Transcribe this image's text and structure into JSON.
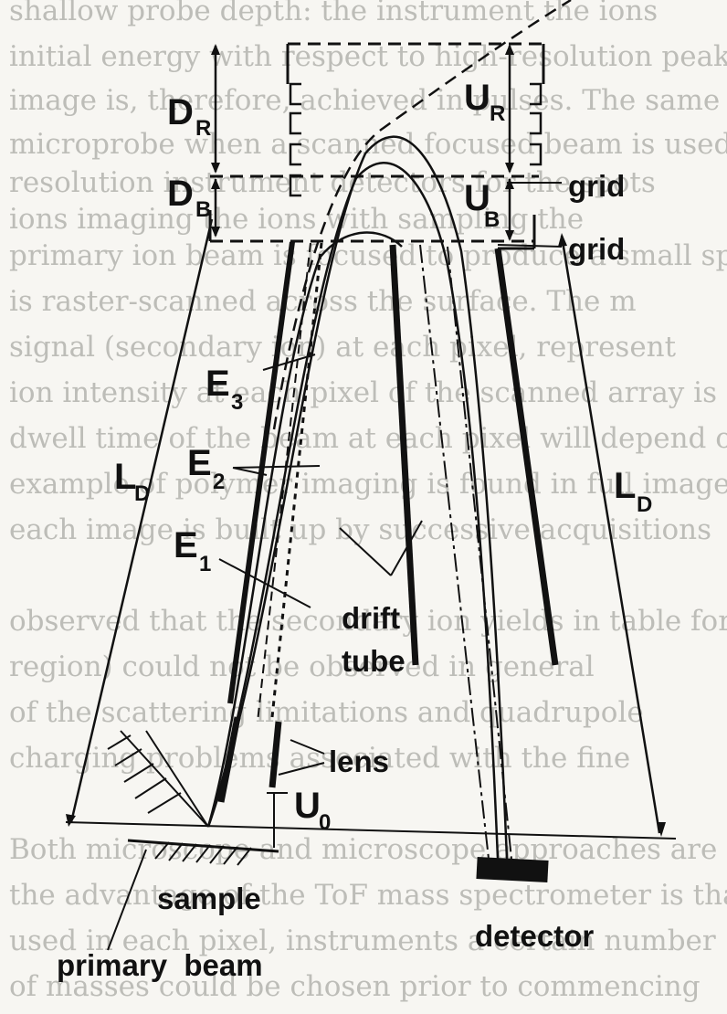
{
  "background_text": [
    "shallow probe depth: the instrument the ions",
    "initial energy with respect to high-resolution peak",
    "image is, therefore, achieved in pulses. The same",
    "microprobe when a scanned focused beam is used",
    "resolution instrument detectors for the spots",
    "ions imaging the ions with sampling the",
    "primary ion beam is focused to produce a small spot",
    "is raster-scanned across the surface. The m",
    "signal (secondary ion) at each pixel, represent",
    "ion intensity at each pixel of the scanned array is",
    "dwell time of the beam at each pixel will depend on",
    "example of polymer imaging is found in full image",
    "each image is built up by successive acquisitions",
    "observed that the secondary ion yields in table form",
    "region) could not be observed in general",
    "of the scattering limitations and quadrupole",
    "charging problems associated with the fine",
    "Both microscope and microscope approaches are",
    "the advantage of the ToF mass spectrometer is that",
    "used in each pixel, instruments a certain number",
    "of masses could be chosen prior to commencing"
  ],
  "labels": {
    "dr_main": "D",
    "dr_sub": "R",
    "db_main": "D",
    "db_sub": "B",
    "ur_main": "U",
    "ur_sub": "R",
    "ub_main": "U",
    "ub_sub": "B",
    "grid_top": "grid",
    "grid_bottom": "grid",
    "e3_main": "E",
    "e3_sub": "3",
    "e2_main": "E",
    "e2_sub": "2",
    "e1_main": "E",
    "e1_sub": "1",
    "ld_left_main": "L",
    "ld_left_sub": "D",
    "ld_right_main": "L",
    "ld_right_sub": "D",
    "drift": "drift",
    "tube": "tube",
    "lens": "lens",
    "u0_main": "U",
    "u0_sub": "0",
    "sample": "sample",
    "primary_beam": "primary  beam",
    "detector": "detector"
  }
}
